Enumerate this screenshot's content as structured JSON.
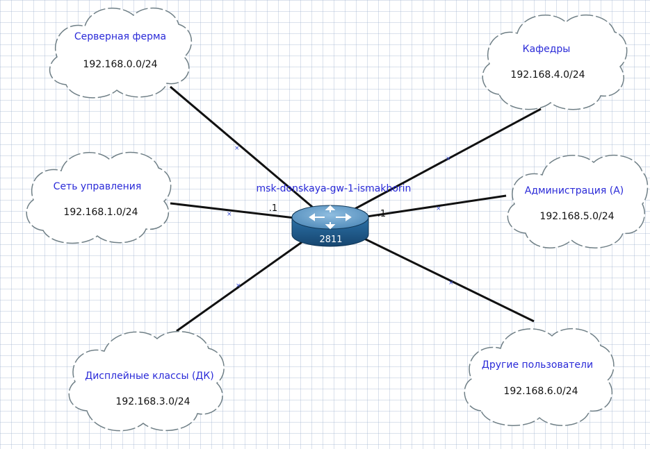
{
  "colors": {
    "label_blue": "#2a2ad8",
    "cloud_outline": "#6f7f86",
    "cloud_marker": "#3a4fd6",
    "link": "#111111",
    "router_top": "#4f88b8",
    "router_side": "#1e5a8a"
  },
  "router": {
    "name": "msk-donskaya-gw-1-ismakhorin",
    "model": "2811",
    "icon": "router-icon",
    "interface_labels": [
      ".1",
      ".1"
    ]
  },
  "networks": [
    {
      "name": "Серверная ферма",
      "subnet": "192.168.0.0/24"
    },
    {
      "name": "Сеть управления",
      "subnet": "192.168.1.0/24"
    },
    {
      "name": "Дисплейные классы (ДК)",
      "subnet": "192.168.3.0/24"
    },
    {
      "name": "Кафедры",
      "subnet": "192.168.4.0/24"
    },
    {
      "name": "Администрация (А)",
      "subnet": "192.168.5.0/24"
    },
    {
      "name": "Другие пользователи",
      "subnet": "192.168.6.0/24"
    }
  ]
}
